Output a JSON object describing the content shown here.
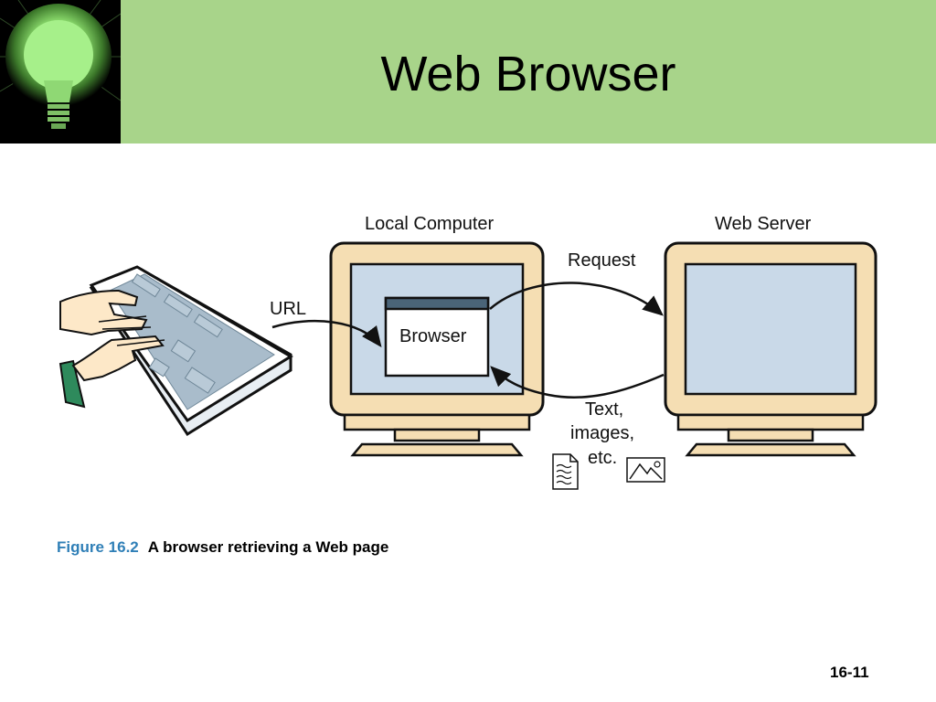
{
  "slide": {
    "title": "Web Browser",
    "slide_number": "16-11"
  },
  "diagram": {
    "local_computer_label": "Local Computer",
    "web_server_label": "Web Server",
    "url_label": "URL",
    "request_label": "Request",
    "browser_label": "Browser",
    "response_label_line1": "Text,",
    "response_label_line2": "images,",
    "response_label_line3": "etc."
  },
  "caption": {
    "figure_number": "Figure 16.2",
    "text": "A browser retrieving a Web page"
  },
  "colors": {
    "header_green": "#a8d48a",
    "monitor_beige": "#f5deb3",
    "screen_blue": "#c9d9e8",
    "keyboard_blue": "#a9bccb",
    "caption_blue": "#2f7fb7",
    "bulb_glow": "#a6f08a"
  },
  "icons": [
    "light-bulb-icon",
    "document-icon",
    "image-icon",
    "keyboard-illustration",
    "hands-illustration"
  ]
}
